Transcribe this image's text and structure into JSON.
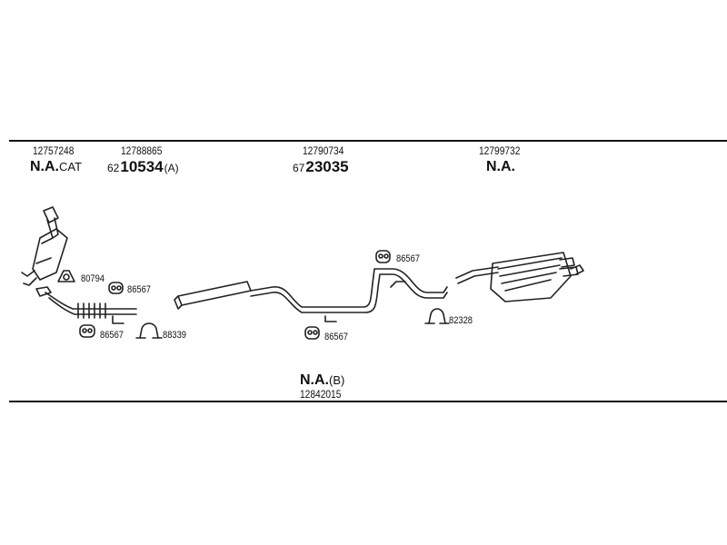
{
  "header_labels": [
    {
      "part": "12757248",
      "name": "N.A.",
      "suffix": "CAT"
    },
    {
      "part": "12788865",
      "prefix": "62",
      "code": "10534",
      "suffix": "(A)"
    },
    {
      "part": "12790734",
      "prefix": "67",
      "code": "23035"
    },
    {
      "part": "12799732",
      "name": "N.A."
    }
  ],
  "footer_label": {
    "name": "N.A.",
    "suffix": "(B)",
    "part": "12842015"
  },
  "callouts": {
    "gasket_top": "80794",
    "rubber_mount_left": "86567",
    "rubber_mount_lower": "86567",
    "clamp_left": "88339",
    "rubber_mount_center": "86567",
    "rubber_mount_right": "86567",
    "clamp_right": "82328"
  }
}
